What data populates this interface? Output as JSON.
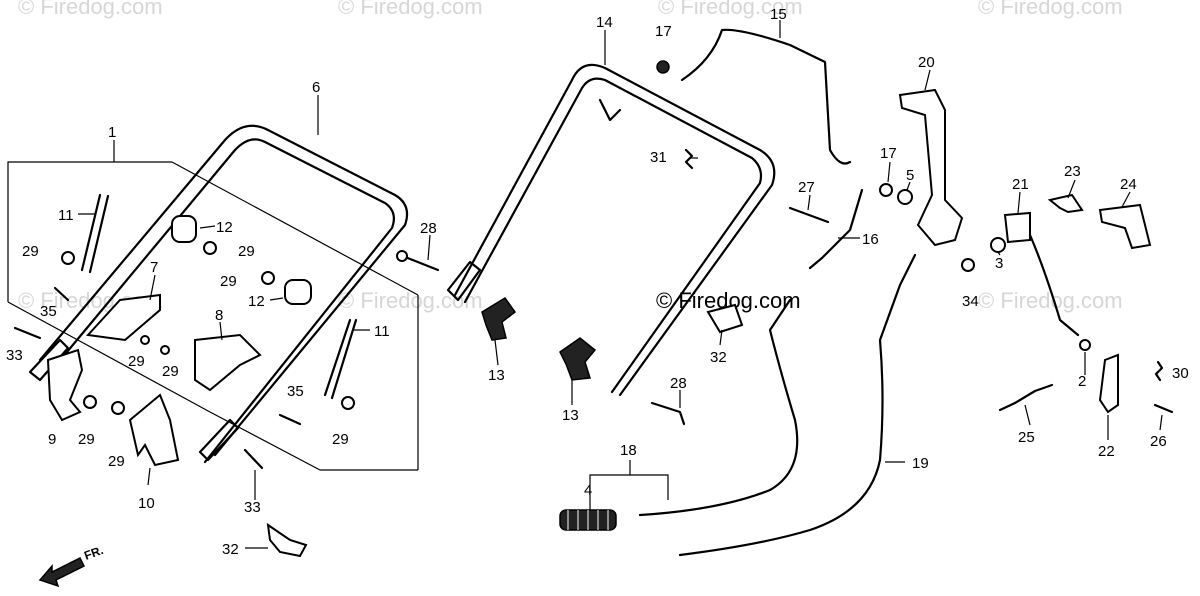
{
  "watermark": "© Firedog.com",
  "center_watermark": "© Firedog.com",
  "front_label": "FR.",
  "callouts": [
    "1",
    "2",
    "3",
    "4",
    "5",
    "6",
    "7",
    "8",
    "9",
    "10",
    "11",
    "12",
    "13",
    "14",
    "15",
    "16",
    "17",
    "18",
    "19",
    "20",
    "21",
    "22",
    "23",
    "24",
    "25",
    "26",
    "27",
    "28",
    "29",
    "30",
    "31",
    "32",
    "33",
    "34",
    "35"
  ]
}
